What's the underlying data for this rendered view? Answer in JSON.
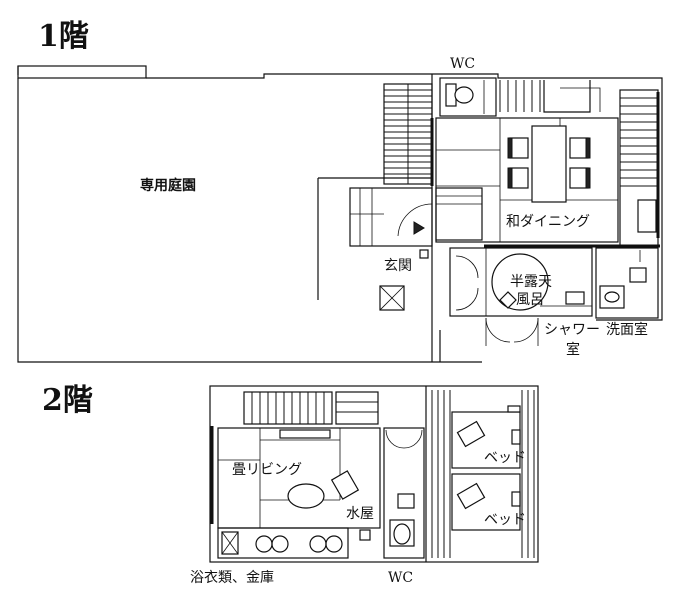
{
  "floors": {
    "first": {
      "title": "1階",
      "rooms": {
        "garden": "専用庭園",
        "wc": "WC",
        "dining": "和ダイニング",
        "entrance": "玄関",
        "bath_line1": "半露天",
        "bath_line2": "風呂",
        "shower_line1": "シャワー",
        "shower_line2": "室",
        "washroom": "洗面室"
      }
    },
    "second": {
      "title": "2階",
      "rooms": {
        "living": "畳リビング",
        "water": "水屋",
        "bed1": "ベッド",
        "bed2": "ベッド",
        "storage": "浴衣類、金庫",
        "wc": "WC"
      }
    }
  }
}
